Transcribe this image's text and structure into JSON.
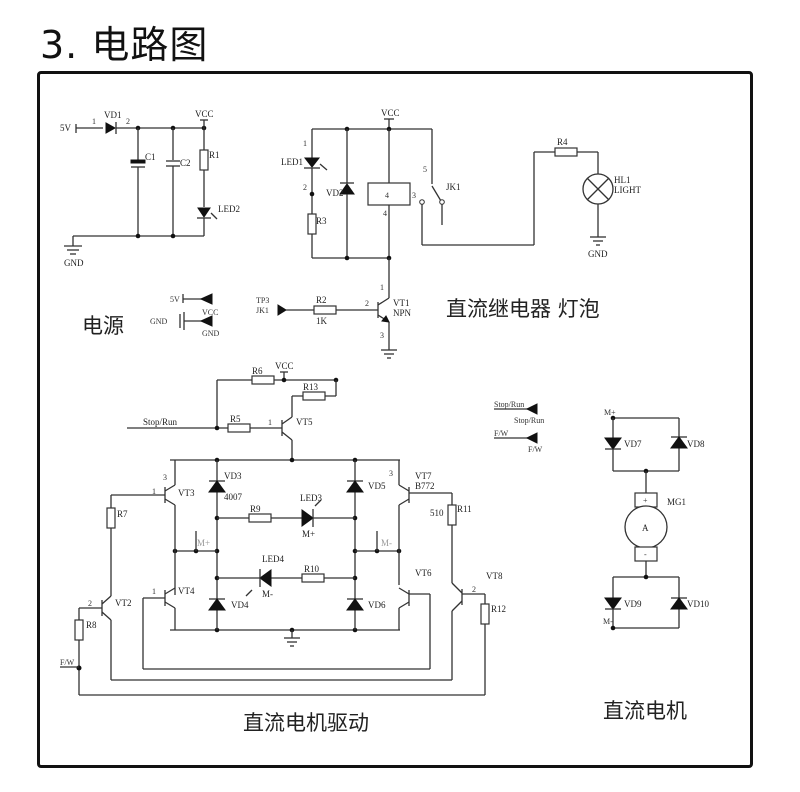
{
  "page": {
    "title": "3. 电路图"
  },
  "sections": {
    "power": "电源",
    "relay_lamp": "直流继电器  灯泡",
    "motor_driver": "直流电机驱动",
    "dc_motor": "直流电机"
  },
  "power_circuit": {
    "input": "5V",
    "diode": "VD1",
    "pin1": "1",
    "pin2": "2",
    "cap1": "C1",
    "cap2": "C2",
    "resistor": "R1",
    "led": "LED2",
    "vcc": "VCC",
    "gnd": "GND",
    "legend_5v": "5V",
    "legend_vcc": "VCC",
    "legend_gnd_in": "GND",
    "legend_gnd_out": "GND"
  },
  "relay_circuit": {
    "vcc": "VCC",
    "led": "LED1",
    "diode": "VD2",
    "resistor": "R3",
    "relay": "JK1",
    "relay_coil_pin": "4",
    "pin_1": "1",
    "pin_2": "2",
    "pin_3": "3",
    "pin_4": "4",
    "pin_5": "5",
    "r4": "R4",
    "lamp": "HL1",
    "lamp_type": "LIGHT",
    "lamp_gnd": "GND",
    "tp": "TP3",
    "tp_net": "JK1",
    "r2": "R2",
    "r2_value": "1K",
    "transistor": "VT1",
    "transistor_type": "NPN"
  },
  "driver_circuit": {
    "vcc": "VCC",
    "r5": "R5",
    "r6": "R6",
    "r13": "R13",
    "vt5": "VT5",
    "stop_run": "Stop/Run",
    "vt3": "VT3",
    "vt4": "VT4",
    "vt2": "VT2",
    "vt6": "VT6",
    "vt7": "VT7",
    "vt7_type": "B772",
    "vt8": "VT8",
    "r7": "R7",
    "r8": "R8",
    "r9": "R9",
    "r10": "R10",
    "r11": "R11",
    "r11_value": "510",
    "r12": "R12",
    "vd3": "VD3",
    "vd3_type": "4007",
    "vd4": "VD4",
    "vd5": "VD5",
    "vd6": "VD6",
    "led3": "LED3",
    "led4": "LED4",
    "m_plus": "M+",
    "m_minus": "M-",
    "fw": "F/W",
    "pin1": "1",
    "pin2": "2",
    "pin3": "3"
  },
  "net_labels": {
    "stop_run_a": "Stop/Run",
    "stop_run_b": "Stop/Run",
    "fw_a": "F/W",
    "fw_b": "F/W"
  },
  "motor_circuit": {
    "m_plus": "M+",
    "m_minus": "M-",
    "vd7": "VD7",
    "vd8": "VD8",
    "vd9": "VD9",
    "vd10": "VD10",
    "motor": "MG1",
    "motor_symbol": "A",
    "plus": "+",
    "minus": "-"
  }
}
